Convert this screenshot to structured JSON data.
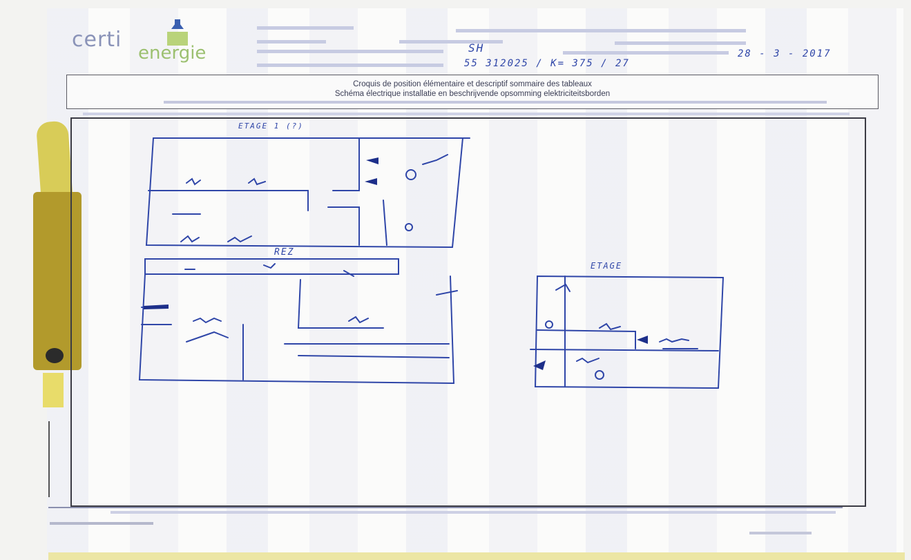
{
  "logo": {
    "certi": "certi",
    "energie": "energie"
  },
  "header_fields": {
    "date_value": "28 - 3 - 2017",
    "initials_value": "SH",
    "reference_value": "55 312025 / K= 375 / 27"
  },
  "title": {
    "line1": "Croquis de position élémentaire et descriptif sommaire des tableaux",
    "line2": "Schéma électrique installatie en beschrijvende opsomming elektriciteitsborden"
  },
  "floors": {
    "top_label": "ETAGE 1 (?)",
    "rez_label": "REZ",
    "etage_label": "ETAGE"
  },
  "colors": {
    "ink": "#2f46a8",
    "print": "#3a3d55",
    "binder": "#b29a2c"
  }
}
